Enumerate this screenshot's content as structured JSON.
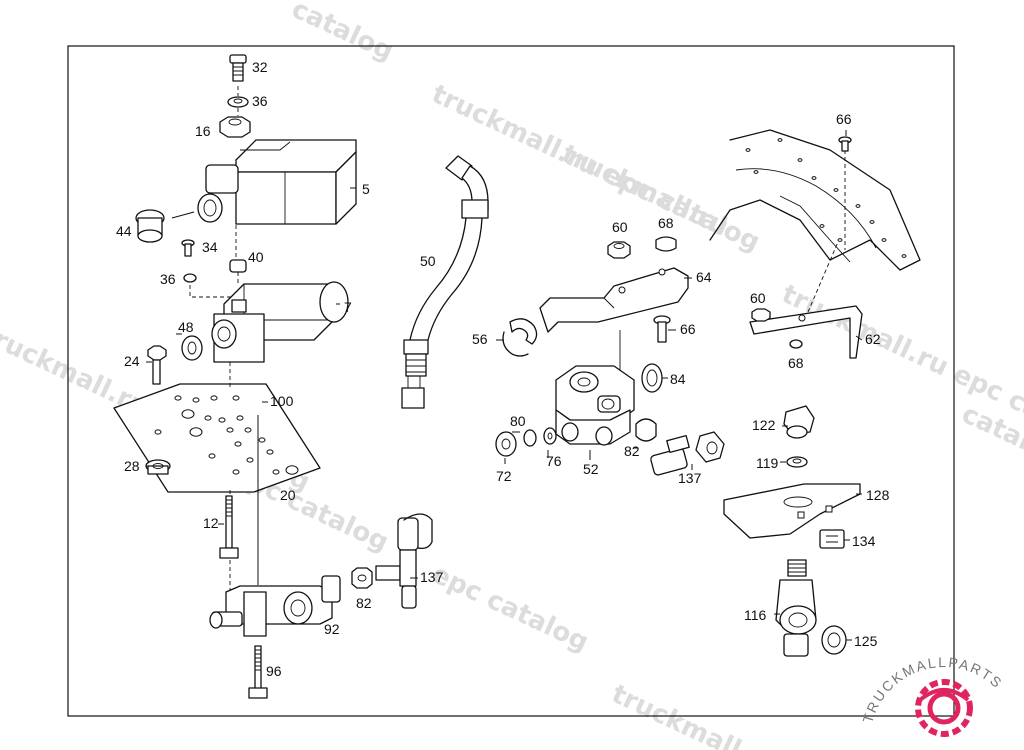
{
  "watermarks": [
    "truckmall.ru epc catalog",
    "truckmall.ru epc catalog",
    "truckmall.ru epc catalog",
    "epc catalog",
    "catalog",
    "epc catalog",
    "truckmall.ru",
    "truckmall.ru",
    "catalog"
  ],
  "callouts": {
    "c32": "32",
    "c36a": "36",
    "c16": "16",
    "c5": "5",
    "c44": "44",
    "c34": "34",
    "c40": "40",
    "c36b": "36",
    "c7": "7",
    "c48": "48",
    "c24": "24",
    "c100": "100",
    "c28": "28",
    "c20": "20",
    "c12": "12",
    "c92": "92",
    "c96": "96",
    "c82a": "82",
    "c137a": "137",
    "c50": "50",
    "c56": "56",
    "c60a": "60",
    "c68a": "68",
    "c64": "64",
    "c66a": "66",
    "c84": "84",
    "c80": "80",
    "c72": "72",
    "c76": "76",
    "c52": "52",
    "c82b": "82",
    "c137b": "137",
    "c66b": "66",
    "c60b": "60",
    "c68b": "68",
    "c62": "62",
    "c122": "122",
    "c119": "119",
    "c128": "128",
    "c134": "134",
    "c116": "116",
    "c125": "125"
  },
  "logo": {
    "text": "TRUCKMALLPARTS",
    "colors": {
      "dark": "#777777",
      "accent": "#e0245e"
    }
  },
  "colors": {
    "ink": "#111111",
    "watermark": "#dcdcdc",
    "frame": "#111111"
  }
}
